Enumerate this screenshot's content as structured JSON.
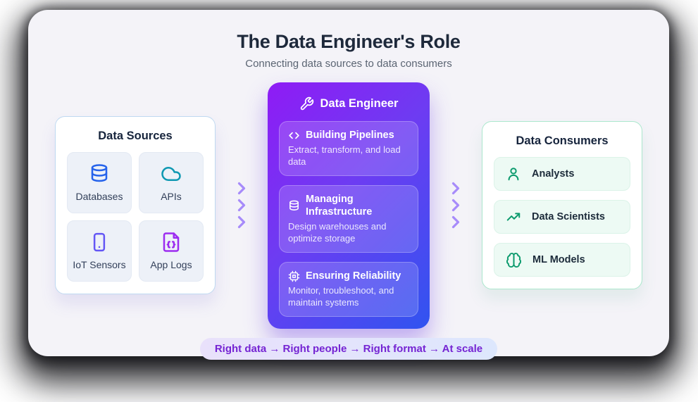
{
  "header": {
    "title": "The Data Engineer's Role",
    "subtitle": "Connecting data sources to data consumers"
  },
  "sources": {
    "title": "Data Sources",
    "items": [
      {
        "label": "Databases",
        "icon": "database-icon",
        "color": "#2563eb"
      },
      {
        "label": "APIs",
        "icon": "cloud-icon",
        "color": "#0e98b2"
      },
      {
        "label": "IoT Sensors",
        "icon": "smartphone-icon",
        "color": "#6356f5"
      },
      {
        "label": "App Logs",
        "icon": "file-code-icon",
        "color": "#9c2cf0"
      }
    ]
  },
  "engineer": {
    "title": "Data Engineer",
    "icon": "wrench-icon",
    "cards": [
      {
        "title": "Building Pipelines",
        "description": "Extract, transform, and load data",
        "icon": "code-icon"
      },
      {
        "title": "Managing Infrastructure",
        "description": "Design warehouses and optimize storage",
        "icon": "database-icon"
      },
      {
        "title": "Ensuring Reliability",
        "description": "Monitor, troubleshoot, and maintain systems",
        "icon": "cpu-icon"
      }
    ]
  },
  "consumers": {
    "title": "Data Consumers",
    "items": [
      {
        "label": "Analysts",
        "icon": "user-icon",
        "color": "#0d9b6e"
      },
      {
        "label": "Data Scientists",
        "icon": "trending-up-icon",
        "color": "#0d9b6e"
      },
      {
        "label": "ML Models",
        "icon": "brain-icon",
        "color": "#0d9b6e"
      }
    ]
  },
  "footer": {
    "tagline": "Right data → Right people → Right format → At scale"
  },
  "colors": {
    "canvas_bg": "#f4f3f8",
    "title_text": "#1e293b",
    "subtitle_text": "#5b6573",
    "engineer_gradient_start": "#8f1bf5",
    "engineer_gradient_end": "#3054f0",
    "sources_border": "#bfd9f1",
    "consumers_border": "#abe7cd",
    "chevron": "#a78bfa",
    "tagline_text": "#7524d3"
  }
}
